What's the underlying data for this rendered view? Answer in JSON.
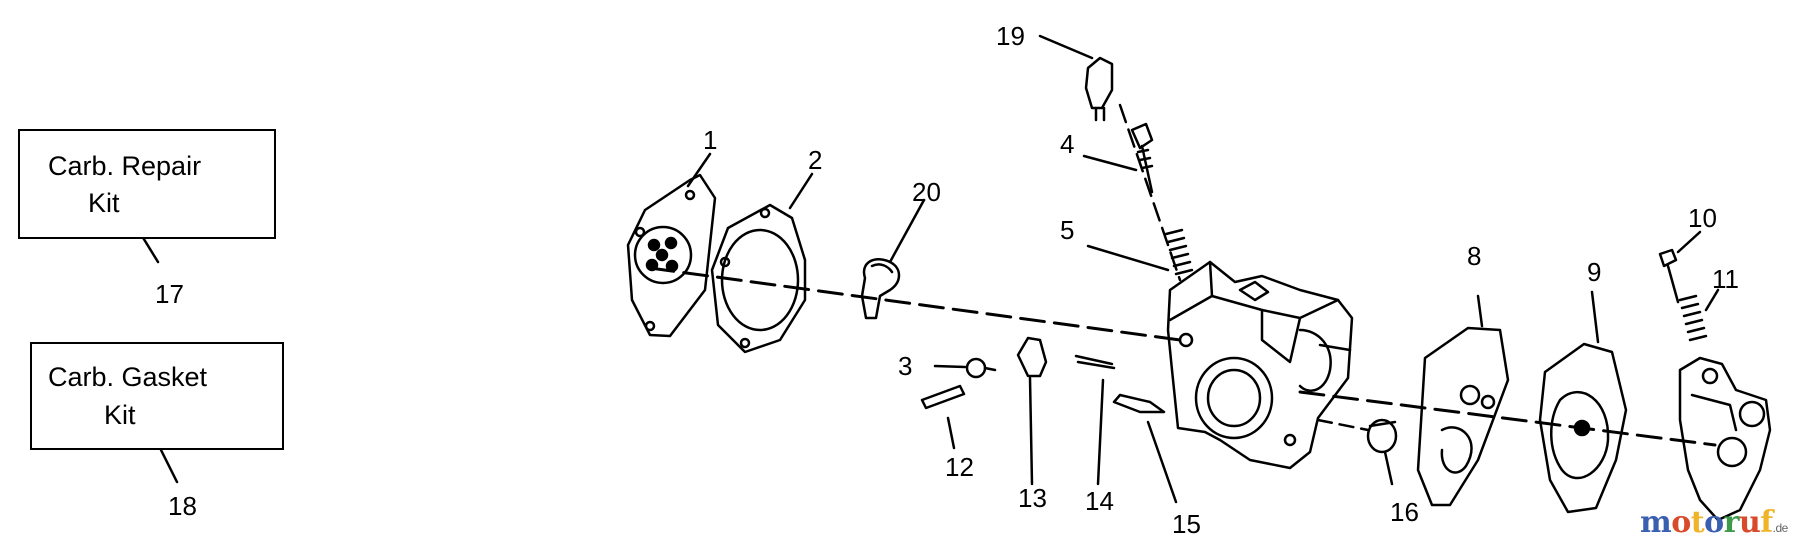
{
  "kits": [
    {
      "line1": "Carb. Repair",
      "line2": "Kit",
      "number": "17"
    },
    {
      "line1": "Carb. Gasket",
      "line2": "Kit",
      "number": "18"
    }
  ],
  "callouts": [
    "1",
    "2",
    "3",
    "4",
    "5",
    "8",
    "9",
    "10",
    "11",
    "12",
    "13",
    "14",
    "15",
    "16",
    "19",
    "20"
  ],
  "watermark": {
    "letters": [
      "m",
      "o",
      "t",
      "o",
      "r",
      "u",
      "f"
    ],
    "letter_colors": [
      "#3a5fb0",
      "#d94a2b",
      "#f0b429",
      "#3a5fb0",
      "#3e9a4a",
      "#d94a2b",
      "#f0b429"
    ],
    "suffix": ".de"
  }
}
